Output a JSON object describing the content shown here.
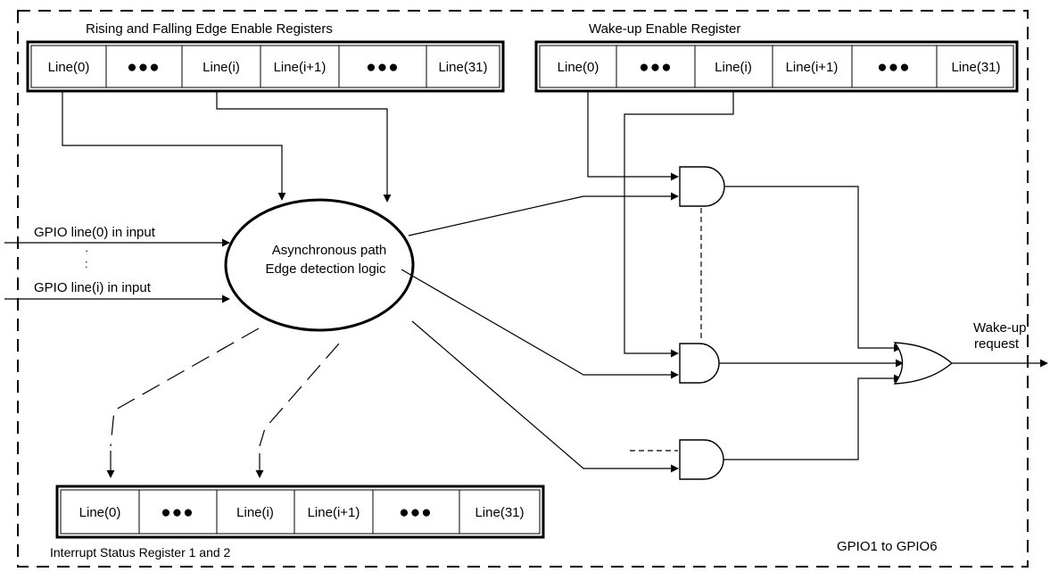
{
  "rising_falling_register": {
    "title": "Rising and Falling Edge Enable Registers",
    "cells": [
      "Line(0)",
      "●●●",
      "Line(i)",
      "Line(i+1)",
      "●●●",
      "Line(31)"
    ]
  },
  "wakeup_register": {
    "title": "Wake-up Enable Register",
    "cells": [
      "Line(0)",
      "●●●",
      "Line(i)",
      "Line(i+1)",
      "●●●",
      "Line(31)"
    ]
  },
  "interrupt_register": {
    "title": "Interrupt Status Register 1 and 2",
    "cells": [
      "Line(0)",
      "●●●",
      "Line(i)",
      "Line(i+1)",
      "●●●",
      "Line(31)"
    ]
  },
  "inputs": {
    "line0": "GPIO line(0) in input",
    "linei": "GPIO line(i) in input"
  },
  "edge_logic": {
    "line1": "Asynchronous path",
    "line2": "Edge detection logic"
  },
  "output": {
    "line1": "Wake-up",
    "line2": "request"
  },
  "module_label": "GPIO1 to GPIO6"
}
